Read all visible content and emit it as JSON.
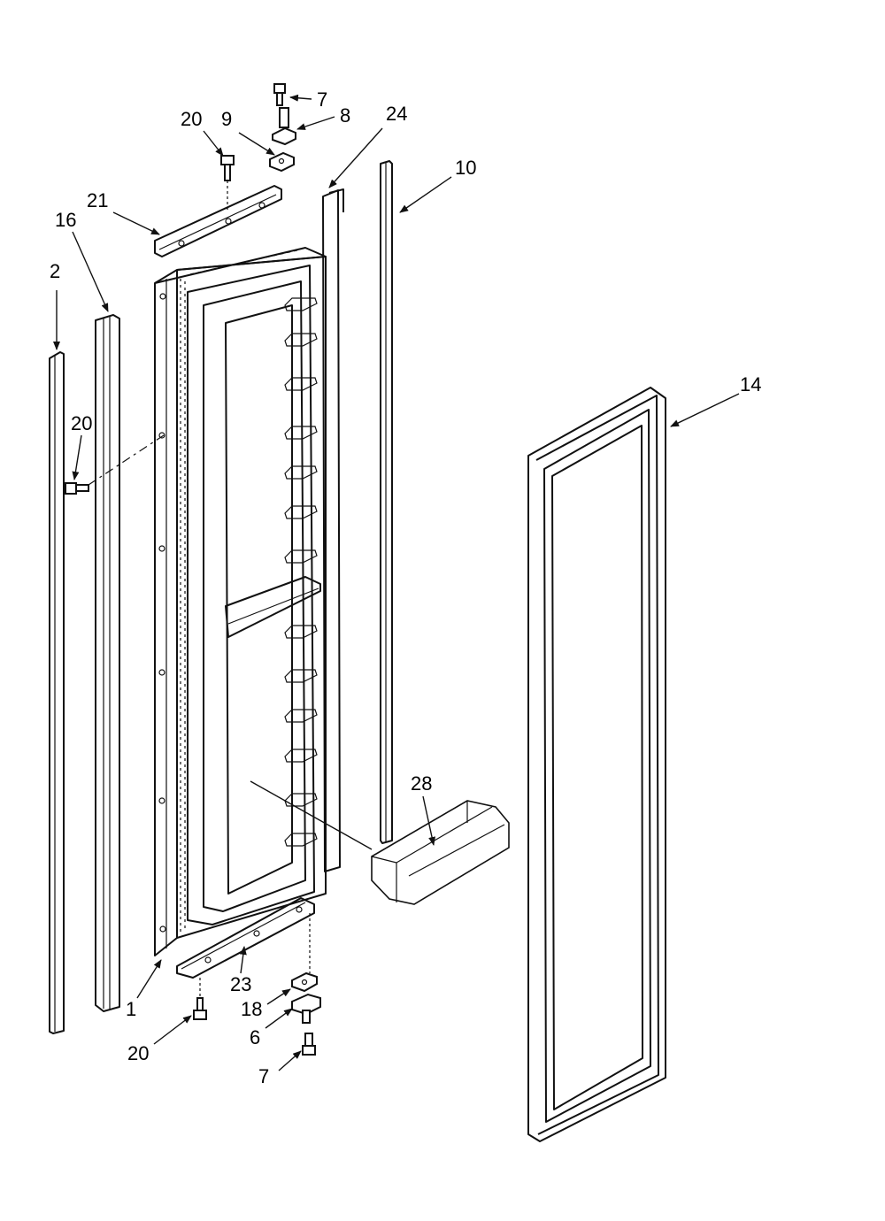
{
  "callouts": {
    "c7_top": "7",
    "c8": "8",
    "c9": "9",
    "c20_top": "20",
    "c24": "24",
    "c10": "10",
    "c21": "21",
    "c16": "16",
    "c2": "2",
    "c20_left": "20",
    "c14": "14",
    "c28": "28",
    "c23": "23",
    "c1": "1",
    "c18": "18",
    "c6": "6",
    "c20_bottom": "20",
    "c7_bottom": "7"
  }
}
